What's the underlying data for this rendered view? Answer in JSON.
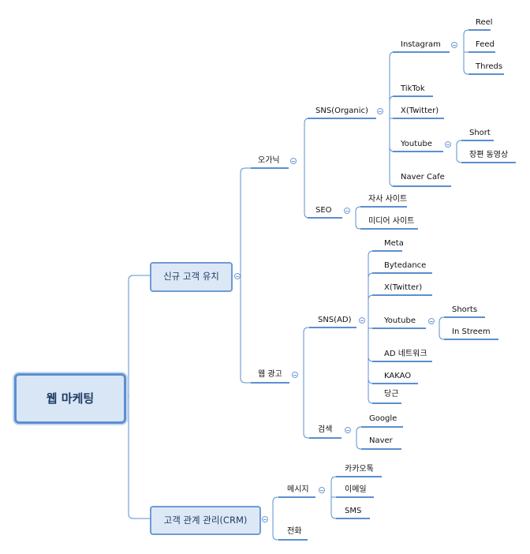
{
  "root": {
    "label": "웹 마케팅"
  },
  "branch_acquisition": {
    "label": "신규 고객 유치",
    "organic": {
      "label": "오가닉",
      "sns": {
        "label": "SNS(Organic)",
        "instagram": {
          "label": "Instagram",
          "children": [
            "Reel",
            "Feed",
            "Threds"
          ]
        },
        "tiktok": "TikTok",
        "x_twitter": "X(Twitter)",
        "youtube": {
          "label": "Youtube",
          "children": [
            "Short",
            "장편 동영상"
          ]
        },
        "naver_cafe": "Naver Cafe"
      },
      "seo": {
        "label": "SEO",
        "children": [
          "자사 사이트",
          "미디어 사이트"
        ]
      }
    },
    "web_ads": {
      "label": "웹 광고",
      "sns_ad": {
        "label": "SNS(AD)",
        "meta": "Meta",
        "bytedance": "Bytedance",
        "x_twitter": "X(Twitter)",
        "youtube": {
          "label": "Youtube",
          "children": [
            "Shorts",
            "In Streem"
          ]
        },
        "ad_network": "AD 네트워크",
        "kakao": "KAKAO",
        "danggeun": "당근"
      },
      "search": {
        "label": "검색",
        "children": [
          "Google",
          "Naver"
        ]
      }
    }
  },
  "branch_crm": {
    "label": "고객 관계 관리(CRM)",
    "message": {
      "label": "메시지",
      "children": [
        "카카오톡",
        "이메일",
        "SMS"
      ]
    },
    "phone": {
      "label": "전화"
    }
  },
  "colors": {
    "line": "#5b8fd0",
    "fill": "#dde8f6",
    "border": "#6e9bd6"
  }
}
